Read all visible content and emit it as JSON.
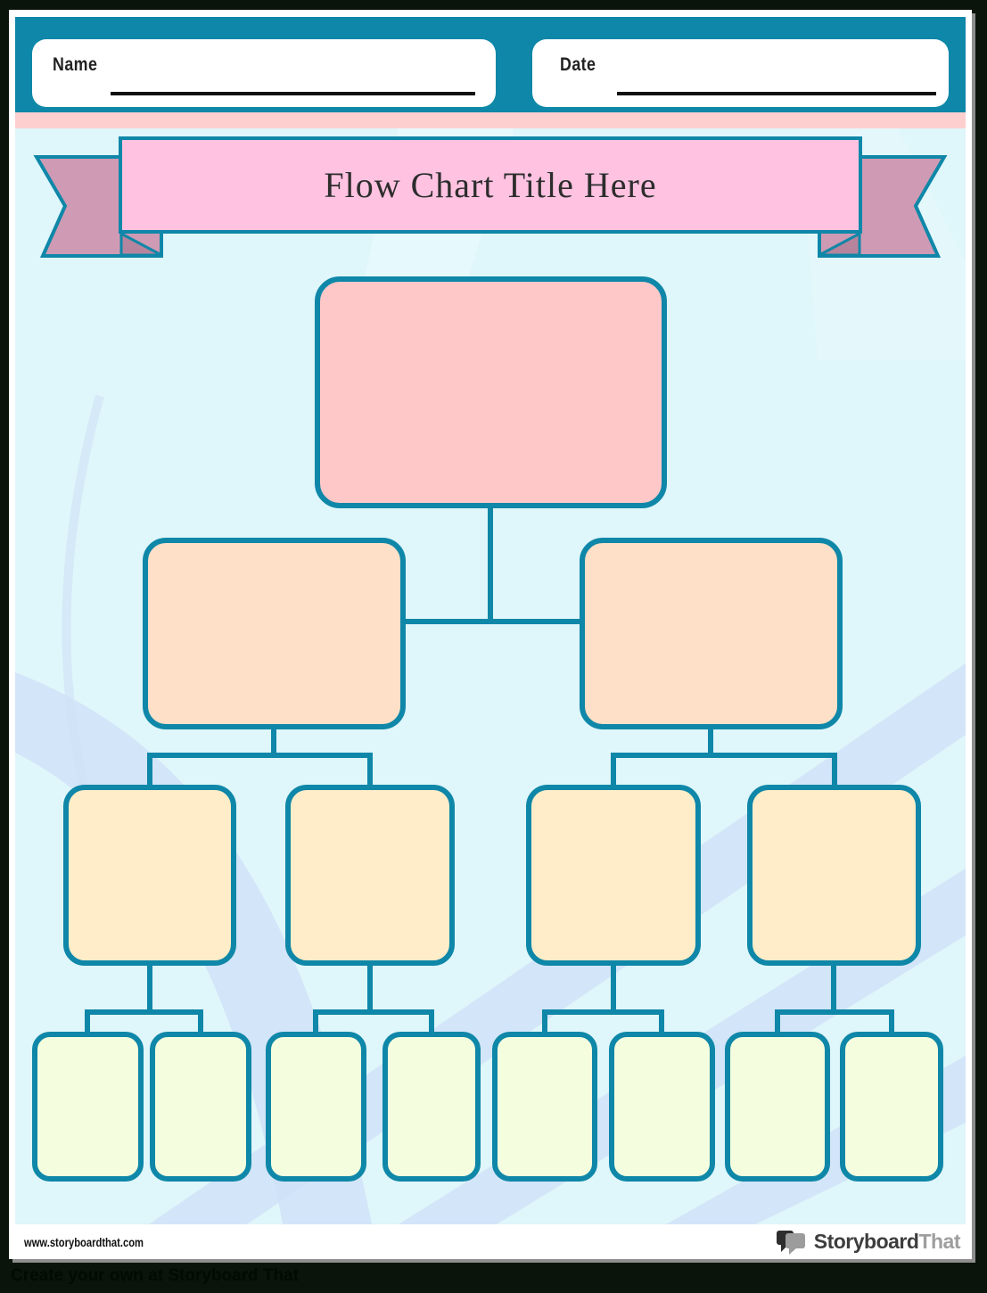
{
  "header": {
    "name_label": "Name",
    "name_value": "",
    "date_label": "Date",
    "date_value": ""
  },
  "banner": {
    "title": "Flow Chart Title Here"
  },
  "flowchart": {
    "levels": [
      {
        "level": 1,
        "node_count": 1
      },
      {
        "level": 2,
        "node_count": 2
      },
      {
        "level": 3,
        "node_count": 4
      },
      {
        "level": 4,
        "node_count": 8
      }
    ],
    "node_text": ""
  },
  "footer": {
    "website": "www.storyboardthat.com",
    "logo_text_primary": "Storyboard",
    "logo_text_secondary": "That",
    "tagline": "Create your own at Storyboard That"
  },
  "colors": {
    "teal": "#0f87a8",
    "header": "#0e87a8",
    "pink_strip": "#fdd0cf",
    "banner": "#ffc3e1",
    "ribbon": "#cf9ab3",
    "ribbon_fold": "#b7849e",
    "bg": "#dff6fa",
    "swoosh": "#cfe1f7",
    "swoosh_light": "#ebfbfd",
    "l1": "#ffc8c8",
    "l2": "#fee0c8",
    "l3": "#feedc8",
    "l4": "#f4fedf",
    "page": "#ffffff",
    "surround": "#0a140a",
    "shadow": "#8e8e8e"
  }
}
